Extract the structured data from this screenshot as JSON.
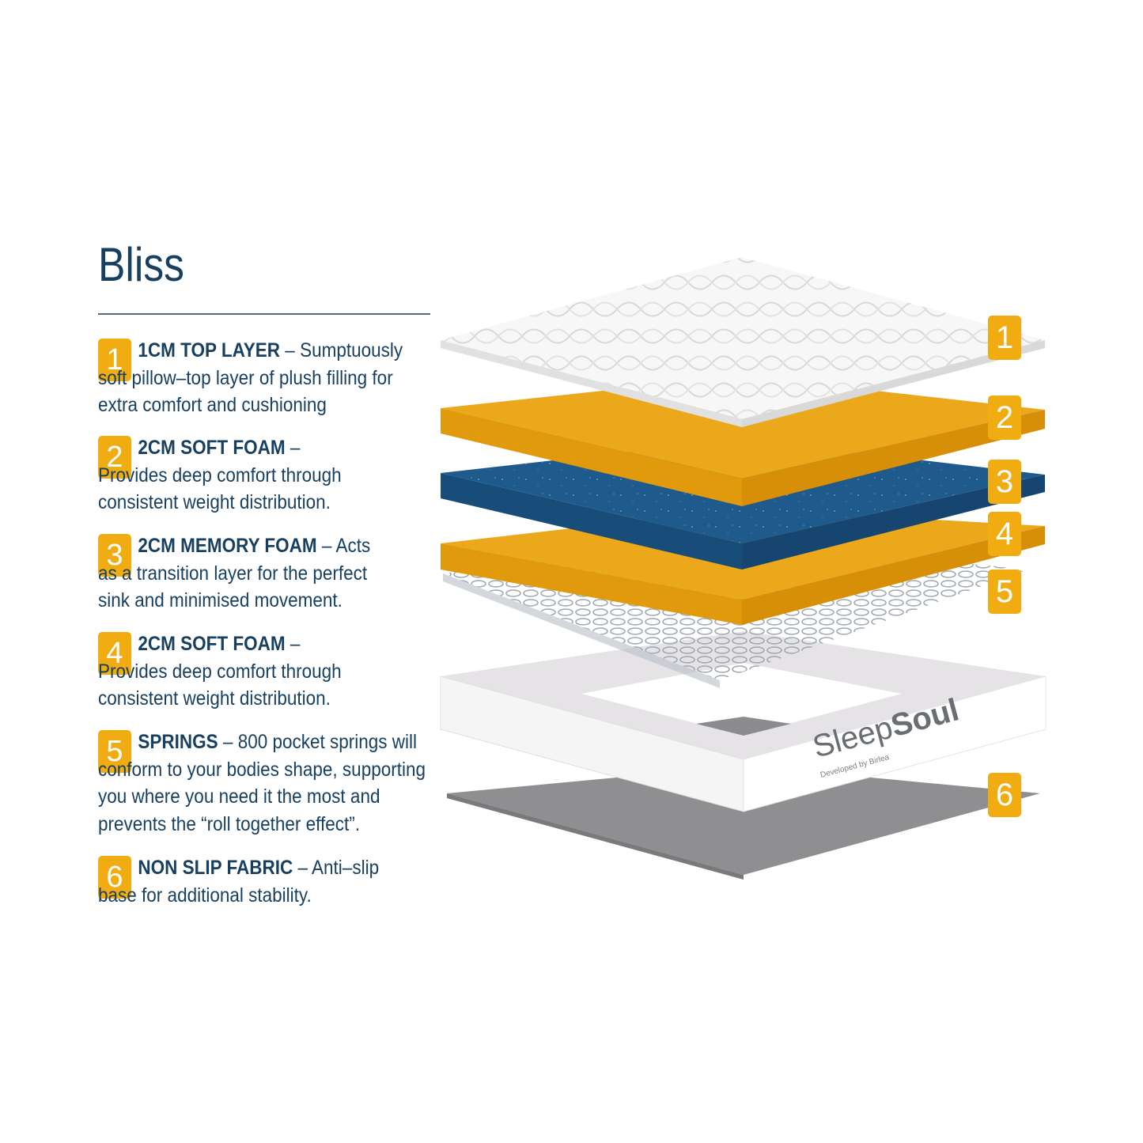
{
  "title": "Bliss",
  "items": [
    {
      "num": "1",
      "head": "1CM TOP LAYER",
      "desc": " – Sumptuously soft pillow–top layer of plush filling for extra comfort and cushioning"
    },
    {
      "num": "2",
      "head": "2CM SOFT FOAM",
      "desc": " – Provides deep comfort through consistent weight distribution."
    },
    {
      "num": "3",
      "head": "2CM MEMORY FOAM",
      "desc": " – Acts as a transition layer for the perfect sink and minimised movement."
    },
    {
      "num": "4",
      "head": "2CM SOFT FOAM",
      "desc": " – Provides deep comfort through consistent weight distribution."
    },
    {
      "num": "5",
      "head": "SPRINGS",
      "desc": " – 800 pocket springs will conform to your bodies shape, supporting you where you need it the most and prevents the “roll together effect”."
    },
    {
      "num": "6",
      "head": "NON SLIP FABRIC",
      "desc": " – Anti–slip base for additional stability."
    }
  ],
  "diagram": {
    "labels": [
      "1",
      "2",
      "3",
      "4",
      "5",
      "6"
    ],
    "brand": {
      "name_a": "Sleep",
      "name_b": "Soul",
      "tagline": "Developed by Birlea"
    }
  },
  "colors": {
    "accent": "#f0ac11",
    "navy": "#173f5f",
    "foam_yellow": "#eaa81a",
    "memory_blue": "#1f5a8c",
    "base_grey": "#8d8d8f"
  }
}
